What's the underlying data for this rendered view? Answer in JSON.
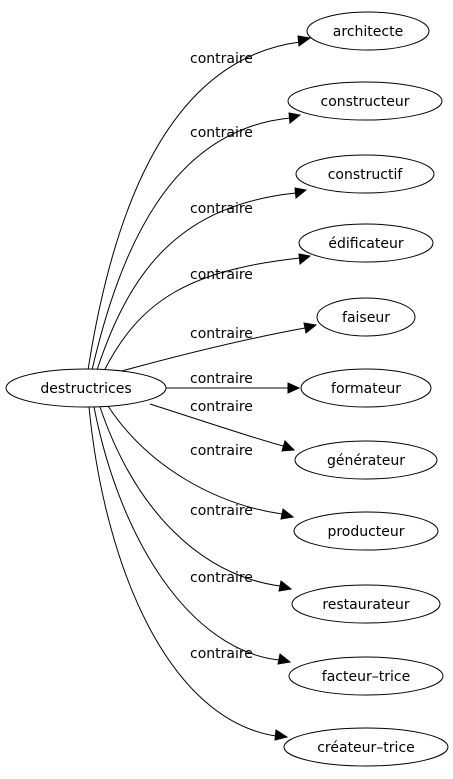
{
  "graph": {
    "source": {
      "id": "n0",
      "label": "destructrices"
    },
    "targets": [
      {
        "id": "n1",
        "label": "architecte"
      },
      {
        "id": "n2",
        "label": "constructeur"
      },
      {
        "id": "n3",
        "label": "constructif"
      },
      {
        "id": "n4",
        "label": "édificateur"
      },
      {
        "id": "n5",
        "label": "faiseur"
      },
      {
        "id": "n6",
        "label": "formateur"
      },
      {
        "id": "n7",
        "label": "générateur"
      },
      {
        "id": "n8",
        "label": "producteur"
      },
      {
        "id": "n9",
        "label": "restaurateur"
      },
      {
        "id": "n10",
        "label": "facteur–trice"
      },
      {
        "id": "n11",
        "label": "créateur–trice"
      }
    ],
    "edges": [
      {
        "from": "n0",
        "to": "n1",
        "label": "contraire"
      },
      {
        "from": "n0",
        "to": "n2",
        "label": "contraire"
      },
      {
        "from": "n0",
        "to": "n3",
        "label": "contraire"
      },
      {
        "from": "n0",
        "to": "n4",
        "label": "contraire"
      },
      {
        "from": "n0",
        "to": "n5",
        "label": "contraire"
      },
      {
        "from": "n0",
        "to": "n6",
        "label": "contraire"
      },
      {
        "from": "n0",
        "to": "n7",
        "label": "contraire"
      },
      {
        "from": "n0",
        "to": "n8",
        "label": "contraire"
      },
      {
        "from": "n0",
        "to": "n9",
        "label": "contraire"
      },
      {
        "from": "n0",
        "to": "n10",
        "label": "contraire"
      },
      {
        "from": "n0",
        "to": "n11",
        "label": "contraire"
      }
    ]
  }
}
